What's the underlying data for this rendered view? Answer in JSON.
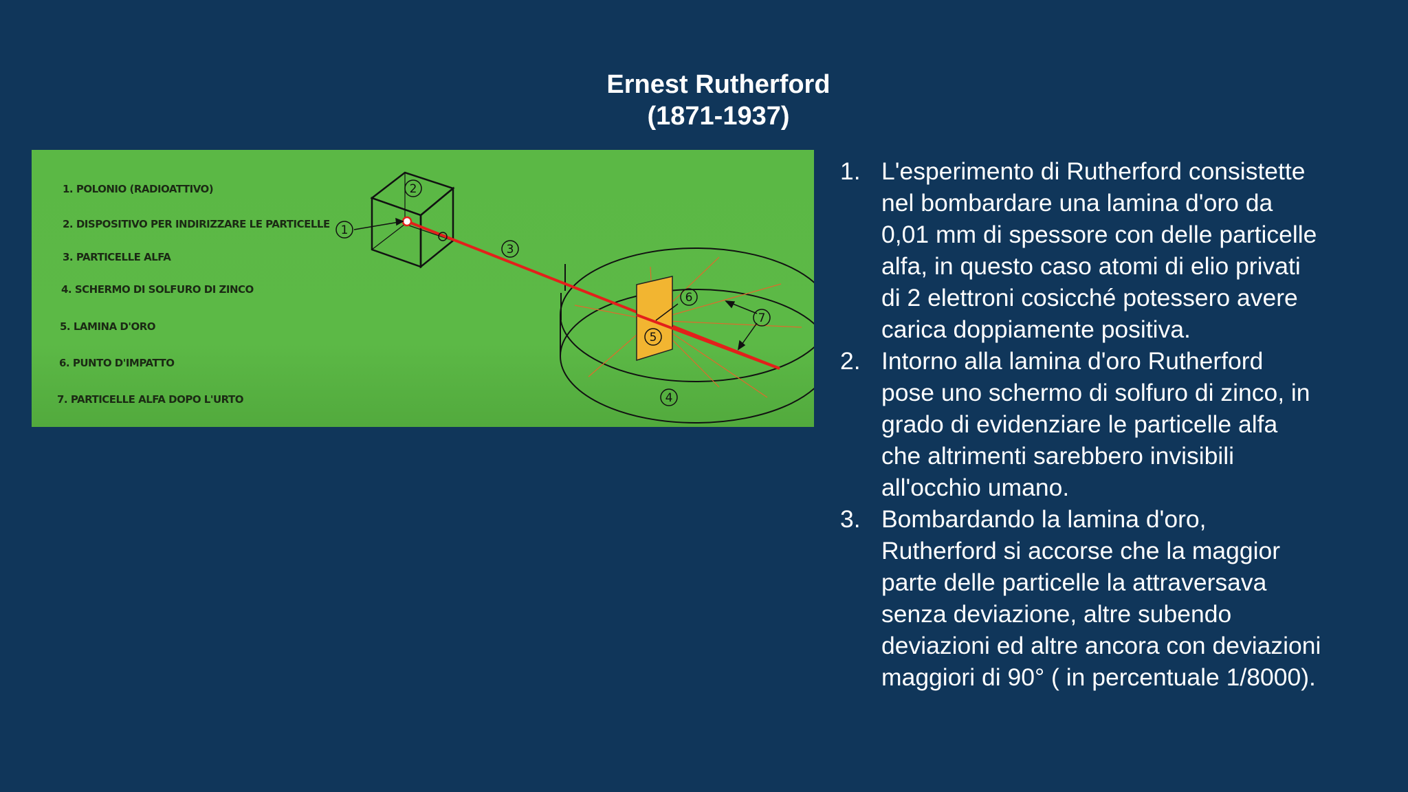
{
  "slide": {
    "title_line1": "Ernest Rutherford",
    "title_line2": "(1871-1937)"
  },
  "diagram": {
    "legend": [
      "1. POLONIO (RADIOATTIVO)",
      "2. DISPOSITIVO PER INDIRIZZARE LE PARTICELLE",
      "3. PARTICELLE ALFA",
      "4. SCHERMO DI SOLFURO DI ZINCO",
      "5. LAMINA D'ORO",
      "6. PUNTO D'IMPATTO",
      "7. PARTICELLE ALFA DOPO L'URTO"
    ],
    "callouts": [
      "1",
      "2",
      "3",
      "4",
      "5",
      "6",
      "7"
    ],
    "colors": {
      "background": "#5cb946",
      "beam": "#e3201b",
      "foil": "#f2b531",
      "lines": "#111111"
    }
  },
  "list": {
    "items": [
      {
        "num": "1.",
        "text": "L'esperimento di Rutherford consistette nel bombardare una lamina d'oro da 0,01 mm di spessore con delle particelle alfa, in questo caso atomi di elio privati di 2 elettroni cosicché potessero avere carica doppiamente positiva."
      },
      {
        "num": "2.",
        "text": "Intorno alla lamina d'oro Rutherford pose uno schermo di solfuro di zinco, in grado di evidenziare le particelle alfa che altrimenti sarebbero invisibili all'occhio umano."
      },
      {
        "num": "3.",
        "text": "Bombardando la lamina d'oro, Rutherford si accorse che la maggior parte delle particelle la attraversava senza deviazione, altre subendo deviazioni ed altre ancora con deviazioni maggiori di 90° ( in percentuale 1/8000)."
      }
    ]
  }
}
